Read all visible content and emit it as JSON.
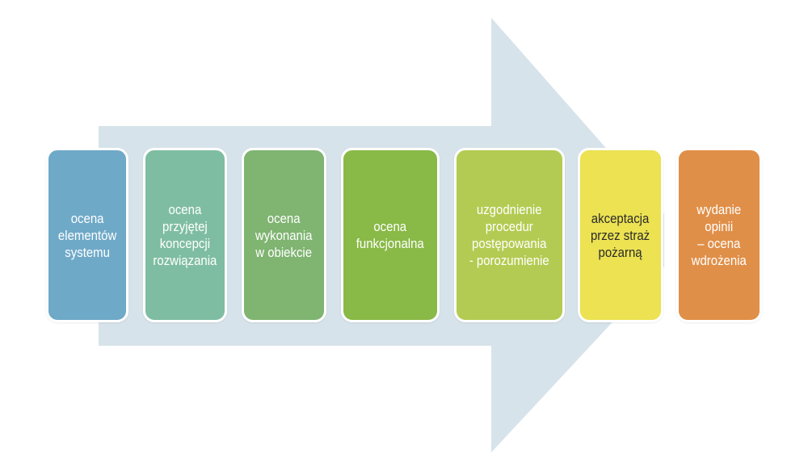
{
  "diagram": {
    "arrow_color": "#d7e3ea",
    "steps": [
      {
        "label": "ocena\nelementów\nsystemu",
        "color": "#6fa9c8",
        "text_color": "#ffffff"
      },
      {
        "label": "ocena\nprzyjętej\nkoncepcji\nrozwiązania",
        "color": "#7fbda3",
        "text_color": "#ffffff"
      },
      {
        "label": "ocena\nwykonania\nw obiekcie",
        "color": "#7fb471",
        "text_color": "#ffffff"
      },
      {
        "label": "ocena\nfunkcjonalna",
        "color": "#89b947",
        "text_color": "#ffffff"
      },
      {
        "label": "uzgodnienie\nprocedur\npostępowania\n- porozumienie",
        "color": "#b3cb52",
        "text_color": "#ffffff"
      },
      {
        "label": "akceptacja\nprzez straż\npożarną",
        "color": "#ece252",
        "text_color": "#2b2b2b"
      },
      {
        "label": "wydanie\nopinii\n– ocena\nwdrożenia",
        "color": "#e08f48",
        "text_color": "#ffffff"
      }
    ]
  }
}
